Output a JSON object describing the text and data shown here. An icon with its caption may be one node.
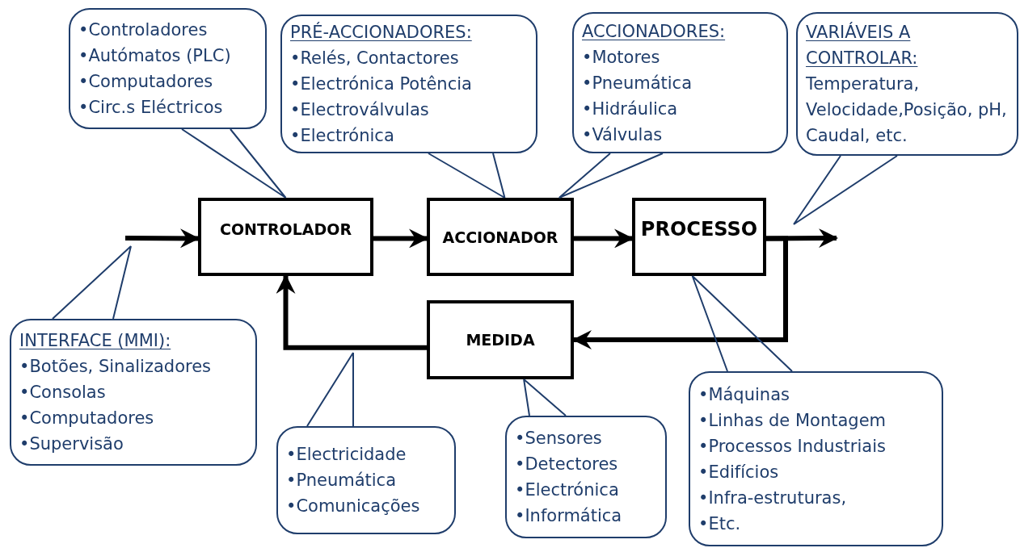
{
  "diagram": {
    "nodes": [
      {
        "text": [
          "•Controladores",
          "•Autómatos (PLC)",
          "•Computadores",
          "•Circ.s Eléctricos"
        ]
      },
      {
        "text": [
          "PRÉ-ACCIONADORES:",
          "•Relés, Contactores",
          "•Electrónica Potência",
          "•Electroválvulas",
          "•Electrónica"
        ]
      },
      {
        "text": [
          "ACCIONADORES:",
          "•Motores",
          "•Pneumática",
          "•Hidráulica",
          "•Válvulas"
        ]
      },
      {
        "text": [
          "VARIÁVEIS A CONTROLAR:",
          "Temperatura, Velocidade,Posição, pH, Caudal, etc."
        ]
      },
      {
        "text": [
          "CONTROLADOR"
        ]
      },
      {
        "text": [
          "ACCIONADOR"
        ]
      },
      {
        "text": [
          "PROCESSO"
        ]
      },
      {
        "text": [
          "INTERFACE (MMI):",
          "•Botões, Sinalizadores",
          "•Consolas",
          "•Computadores",
          "•Supervisão"
        ]
      },
      {
        "text": [
          "MEDIDA"
        ]
      },
      {
        "text": [
          "•Electricidade",
          "•Pneumática",
          "•Comunicações"
        ]
      },
      {
        "text": [
          "•Sensores",
          "•Detectores",
          "•Electrónica",
          "•Informática"
        ]
      },
      {
        "text": [
          "•Máquinas",
          "•Linhas de Montagem",
          "•Processos Industriais",
          "•Edifícios",
          "•Infra-estruturas,",
          "•Etc."
        ]
      }
    ],
    "edges": [
      {
        "from": null,
        "to": 4,
        "arrow": "to",
        "style": "thick",
        "color": "#000000"
      },
      {
        "from": 4,
        "to": 5,
        "arrow": "to",
        "style": "thick",
        "color": "#000000"
      },
      {
        "from": 5,
        "to": 6,
        "arrow": "to",
        "style": "thick",
        "color": "#000000"
      },
      {
        "from": 6,
        "to": null,
        "arrow": "to",
        "style": "thick",
        "color": "#000000"
      },
      {
        "from": 6,
        "to": 8,
        "arrow": "to",
        "style": "thick",
        "color": "#000000"
      },
      {
        "from": 8,
        "to": 4,
        "arrow": "to",
        "style": "thick",
        "color": "#000000"
      },
      {
        "from": 0,
        "to": 4,
        "arrow": "none"
      },
      {
        "from": 1,
        "to": 5,
        "arrow": "none"
      },
      {
        "from": 2,
        "to": 5,
        "arrow": "none"
      },
      {
        "from": 3,
        "to": null,
        "arrow": "none"
      },
      {
        "from": 7,
        "to": null,
        "arrow": "none"
      },
      {
        "from": 9,
        "to": null,
        "arrow": "none"
      },
      {
        "from": 10,
        "to": 8,
        "arrow": "none"
      },
      {
        "from": 11,
        "to": 6,
        "arrow": "none"
      }
    ]
  }
}
